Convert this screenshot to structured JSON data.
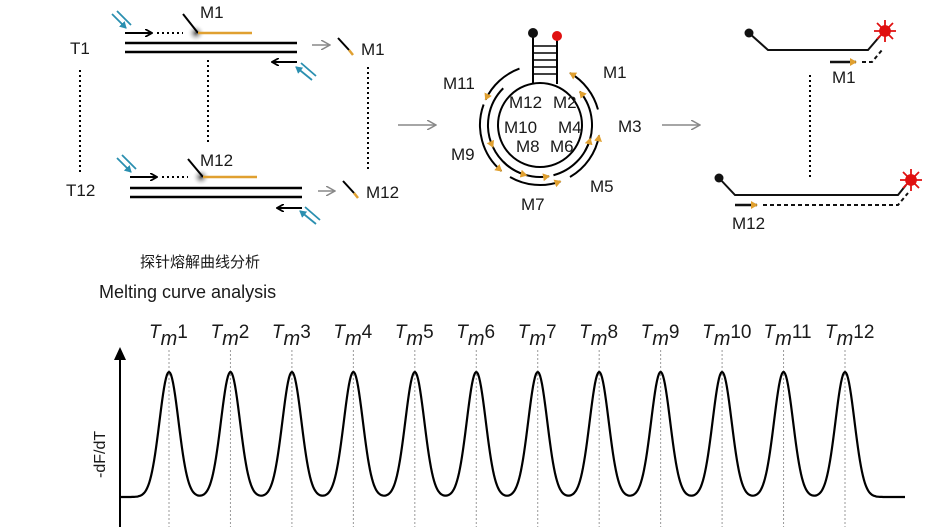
{
  "panel_a": {
    "target_top": "T1",
    "target_bottom": "T12",
    "probe_top": "M1",
    "probe_bottom": "M12",
    "released_top": "M1",
    "released_bottom": "M12"
  },
  "panel_b": {
    "outer_labels": [
      "M1",
      "M3",
      "M5",
      "M7",
      "M9",
      "M11"
    ],
    "inner_labels": [
      "M12",
      "M2",
      "M10",
      "M4",
      "M8",
      "M6"
    ]
  },
  "panel_c": {
    "probe_top": "M1",
    "probe_bottom": "M12"
  },
  "caption": {
    "chinese": "探针熔解曲线分析",
    "english": "Melting curve analysis"
  },
  "colors": {
    "probe": "#e0a030",
    "primer_arrow": "#2a8fb0",
    "fluor": "#e01010"
  },
  "chart_data": {
    "type": "line",
    "title": "",
    "xlabel": "",
    "ylabel": "-dF/dT",
    "peaks": [
      {
        "label_base": "T",
        "label_sub": "m",
        "label_num": "1",
        "position": 1
      },
      {
        "label_base": "T",
        "label_sub": "m",
        "label_num": "2",
        "position": 2
      },
      {
        "label_base": "T",
        "label_sub": "m",
        "label_num": "3",
        "position": 3
      },
      {
        "label_base": "T",
        "label_sub": "m",
        "label_num": "4",
        "position": 4
      },
      {
        "label_base": "T",
        "label_sub": "m",
        "label_num": "5",
        "position": 5
      },
      {
        "label_base": "T",
        "label_sub": "m",
        "label_num": "6",
        "position": 6
      },
      {
        "label_base": "T",
        "label_sub": "m",
        "label_num": "7",
        "position": 7
      },
      {
        "label_base": "T",
        "label_sub": "m",
        "label_num": "8",
        "position": 8
      },
      {
        "label_base": "T",
        "label_sub": "m",
        "label_num": "9",
        "position": 9
      },
      {
        "label_base": "T",
        "label_sub": "m",
        "label_num": "10",
        "position": 10
      },
      {
        "label_base": "T",
        "label_sub": "m",
        "label_num": "11",
        "position": 11
      },
      {
        "label_base": "T",
        "label_sub": "m",
        "label_num": "12",
        "position": 12
      }
    ],
    "peak_height": 1.0,
    "baseline": 0.0
  }
}
